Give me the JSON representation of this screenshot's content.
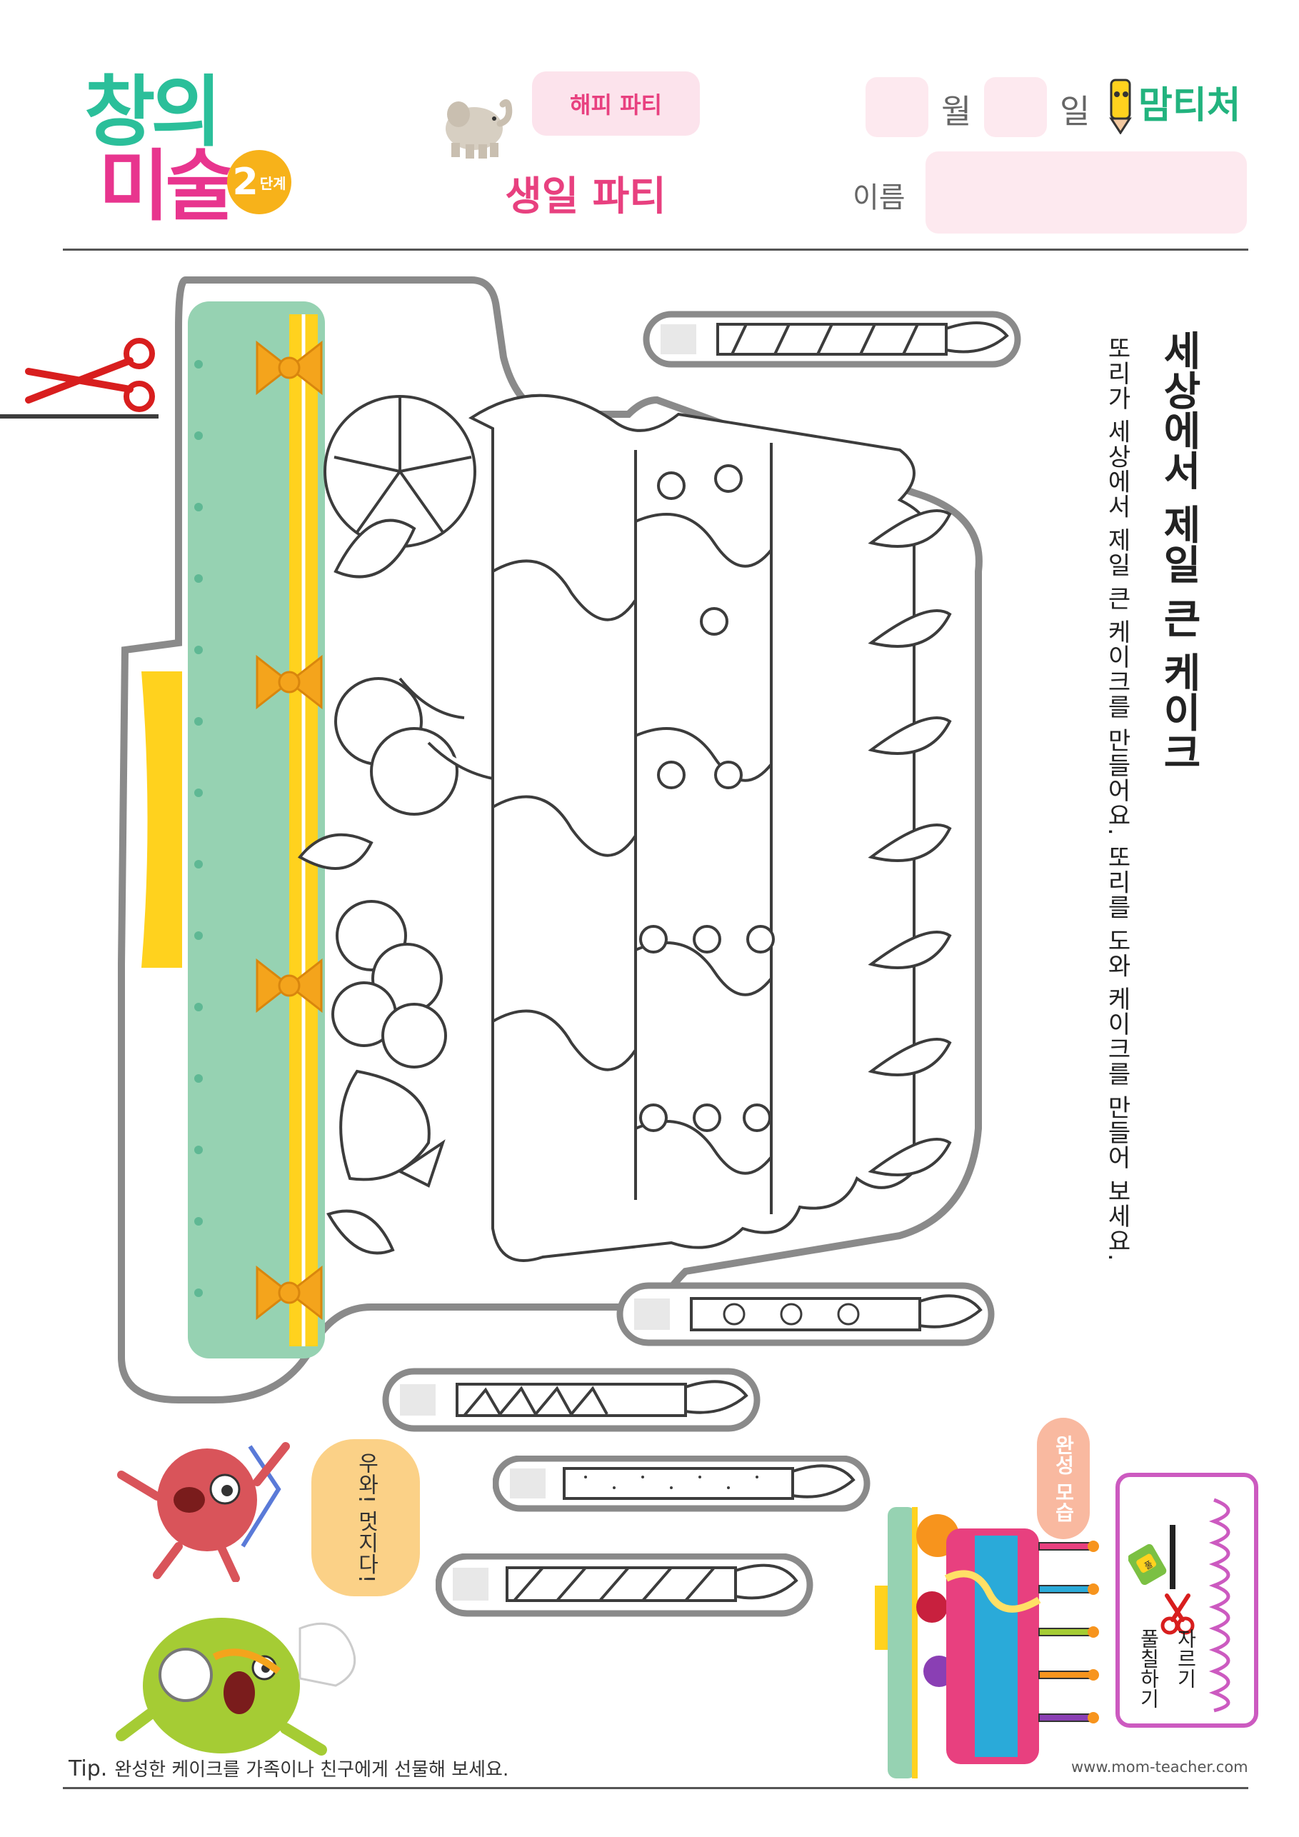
{
  "header": {
    "logo_line1": "창의",
    "logo_line2": "미술",
    "level_number": "2",
    "level_unit": "단계",
    "theme": "해피 파티",
    "title": "생일 파티",
    "month_label": "월",
    "day_label": "일",
    "name_label": "이름",
    "brand": "맘티처"
  },
  "activity": {
    "title": "세상에서 제일 큰 케이크",
    "description": "또리가 세상에서 제일 큰 케이크를 만들어요. 또리를 도와 케이크를 만들어 보세요."
  },
  "characters": {
    "speech_bubble": "우와! 멋지다!"
  },
  "preview": {
    "label": "완성 모습"
  },
  "legend": {
    "cut_label": "자르기",
    "paste_label": "풀칠하기",
    "glue_text": "풀"
  },
  "footer": {
    "tip_label": "Tip.",
    "tip_text": "완성한 케이크를 가족이나 친구에게 선물해 보세요.",
    "website": "www.mom-teacher.com"
  },
  "colors": {
    "pink": "#e8407f",
    "mint": "#96d2b2",
    "yellow": "#ffd21e",
    "orange_bow": "#f4a41c",
    "outline": "#3c3c3c",
    "legend_purple": "#cc5ac0"
  }
}
